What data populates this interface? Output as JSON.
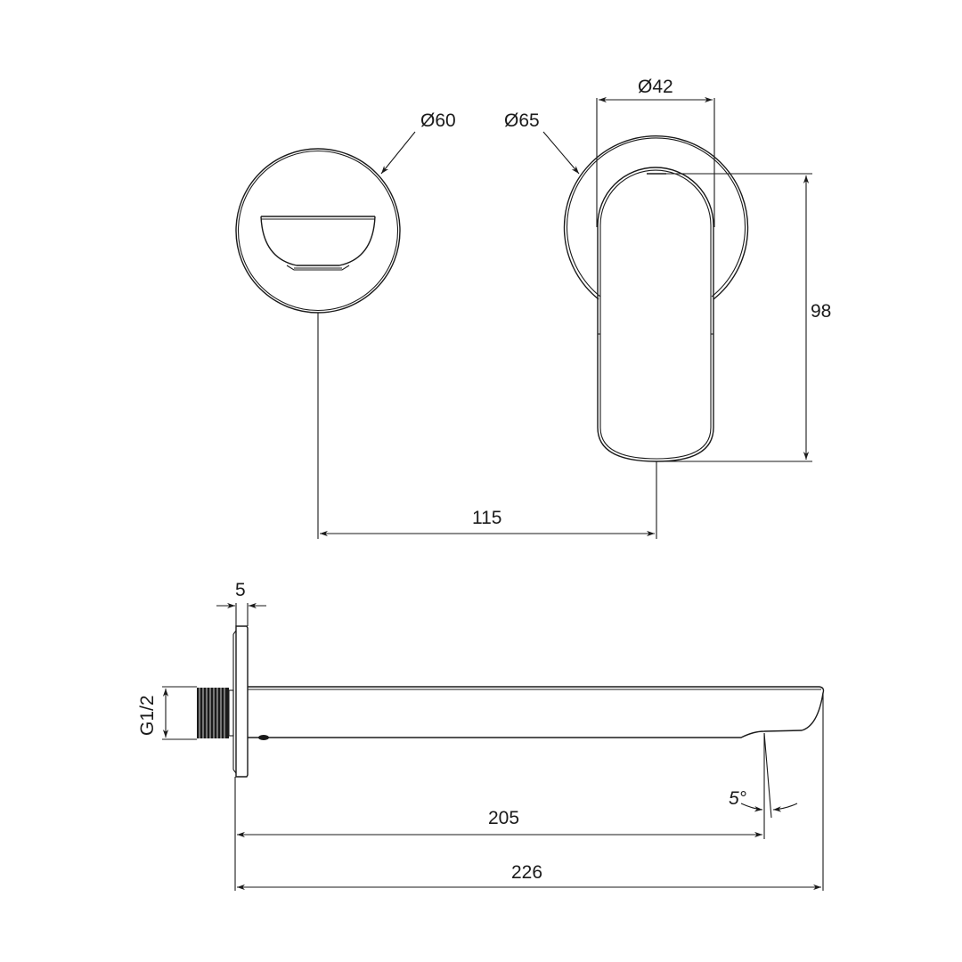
{
  "drawing": {
    "type": "technical drawing - wall mounted basin mixer with spout",
    "line_color": "#1a1a1a",
    "background": "#ffffff"
  },
  "views": {
    "front_spout_plate": {
      "diameter_label": "Ø60"
    },
    "front_mixer": {
      "plate_diameter_label": "Ø65",
      "handle_width_label": "Ø42",
      "handle_height_label": "98"
    },
    "centre_distance_label": "115",
    "side_spout": {
      "plate_thickness_label": "5",
      "thread_label": "G1/2",
      "outlet_reach_label": "205",
      "total_length_label": "226",
      "outlet_angle_label": "5°"
    }
  }
}
